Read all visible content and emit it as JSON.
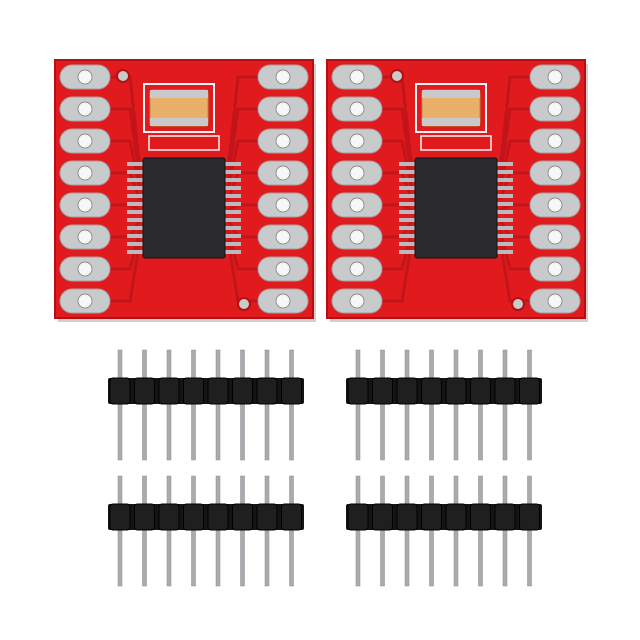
{
  "scene": {
    "subject": "product-photo",
    "background_color": "#ffffff"
  },
  "boards": [
    {
      "id": "board-left",
      "pins_per_side": 8
    },
    {
      "id": "board-right",
      "pins_per_side": 8
    }
  ],
  "headers": [
    {
      "id": "header-top-left",
      "pin_count": 8
    },
    {
      "id": "header-top-right",
      "pin_count": 8
    },
    {
      "id": "header-bottom-left",
      "pin_count": 8
    },
    {
      "id": "header-bottom-right",
      "pin_count": 8
    }
  ],
  "colors": {
    "pcb": "#e11b1d",
    "pcb_dark": "#b40f12",
    "trace": "#c3141a",
    "pad": "#c9cacc",
    "pad_hole": "#f7f7f7",
    "chip": "#2b2b2e",
    "chip_pin": "#b9babd",
    "capacitor": "#e8b06a",
    "capacitor_cap": "#c9c9cc",
    "header_plastic": "#141414",
    "header_pin": "#a9abae"
  }
}
